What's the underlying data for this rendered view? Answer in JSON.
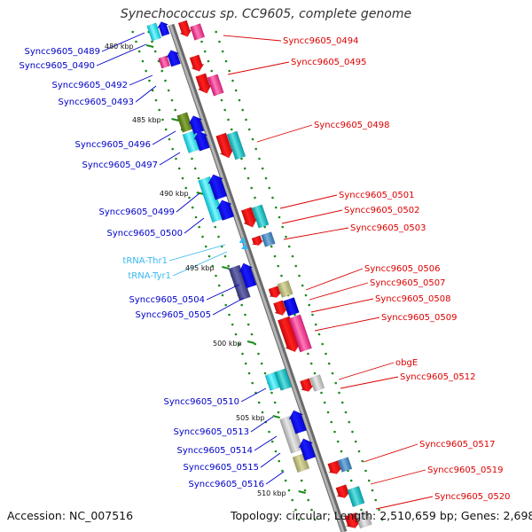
{
  "title": "Synechococcus sp. CC9605, complete genome",
  "footer": {
    "accession": "Accession: NC_007516",
    "topology": "Topology: circular; Length: 2,510,659 bp; Genes: 2,698"
  },
  "colors": {
    "backbone": "#8c8c8c",
    "left_label": "#0000c8",
    "right_label": "#dc0000",
    "trna_label": "#38b8f0",
    "tick_dot": "#1a8a1a"
  },
  "kbp_ticks": [
    "480 kbp",
    "485 kbp",
    "490 kbp",
    "495 kbp",
    "500 kbp",
    "505 kbp",
    "510 kbp"
  ],
  "left_labels": [
    "Syncc9605_0489",
    "Syncc9605_0490",
    "Syncc9605_0492",
    "Syncc9605_0493",
    "Syncc9605_0496",
    "Syncc9605_0497",
    "Syncc9605_0499",
    "Syncc9605_0500",
    "tRNA-Thr1",
    "tRNA-Tyr1",
    "Syncc9605_0504",
    "Syncc9605_0505",
    "Syncc9605_0510",
    "Syncc9605_0513",
    "Syncc9605_0514",
    "Syncc9605_0515",
    "Syncc9605_0516"
  ],
  "right_labels": [
    "Syncc9605_0494",
    "Syncc9605_0495",
    "Syncc9605_0498",
    "Syncc9605_0501",
    "Syncc9605_0502",
    "Syncc9605_0503",
    "Syncc9605_0506",
    "Syncc9605_0507",
    "Syncc9605_0508",
    "Syncc9605_0509",
    "obgE",
    "Syncc9605_0512",
    "Syncc9605_0517",
    "Syncc9605_0519",
    "Syncc9605_0520"
  ]
}
